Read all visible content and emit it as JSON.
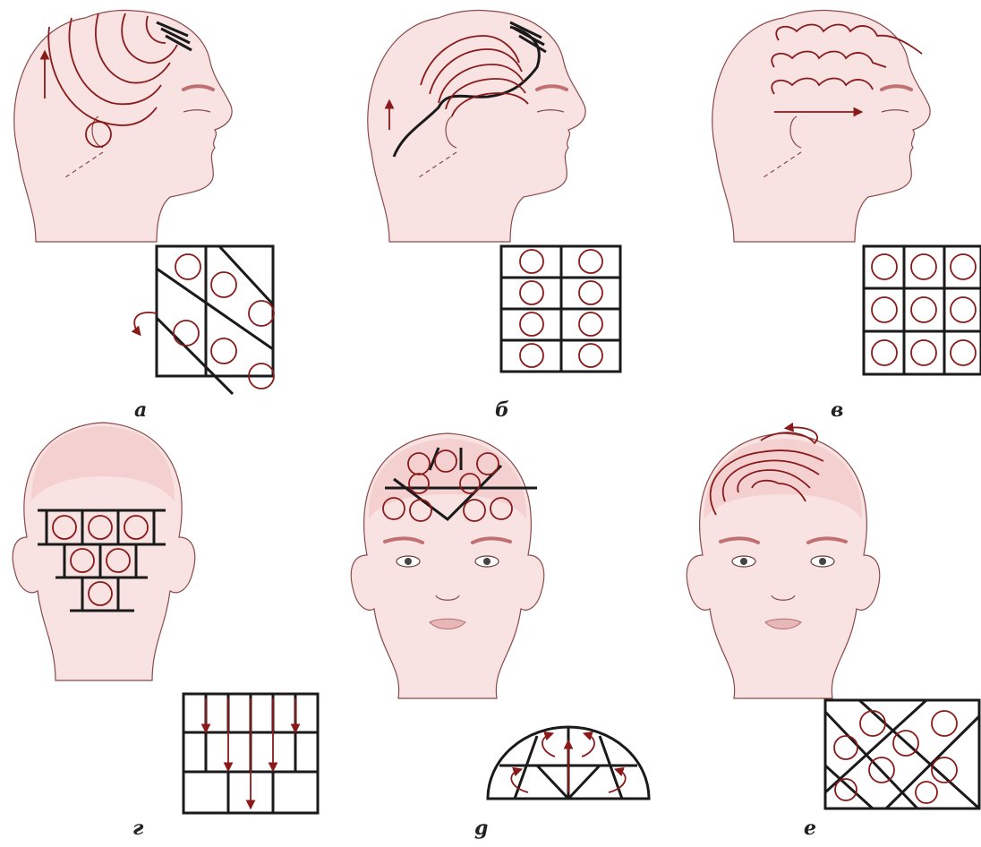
{
  "labels": {
    "a": "а",
    "b": "б",
    "v": "в",
    "g": "г",
    "d": "g",
    "e": "e"
  }
}
